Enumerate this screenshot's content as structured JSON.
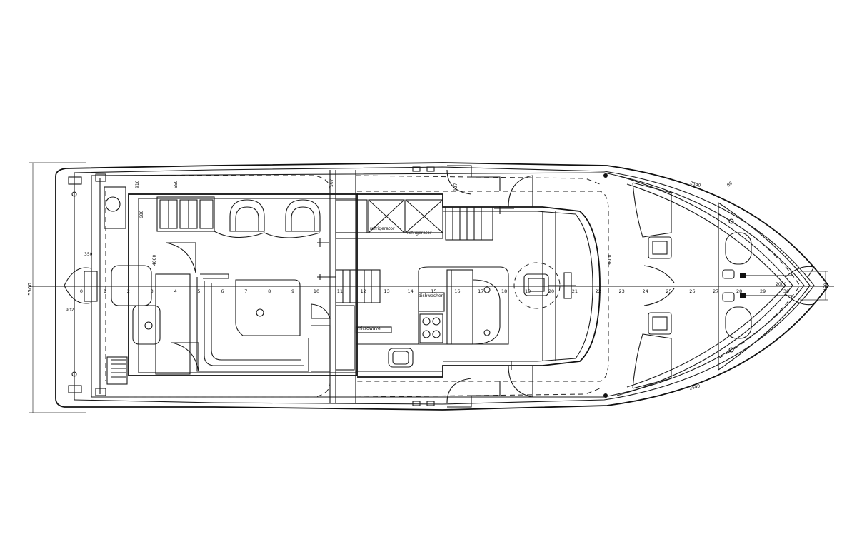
{
  "drawing": {
    "dimensions": {
      "beam": "5500",
      "d_910": "910",
      "d_550": "550",
      "d_680": "680",
      "d_567": "567",
      "d_4000": "4000",
      "d_350": "350",
      "d_902": "902",
      "d_927": "927",
      "d_3600": "3600",
      "d_2540": "2540",
      "d_80": "80",
      "d_2000": "2000",
      "d_450": "450"
    },
    "frame_numbers": [
      "0",
      "1",
      "2",
      "3",
      "4",
      "5",
      "6",
      "7",
      "8",
      "9",
      "10",
      "11",
      "12",
      "13",
      "14",
      "15",
      "16",
      "17",
      "18",
      "19",
      "20",
      "21",
      "22",
      "23",
      "24",
      "25",
      "26",
      "27",
      "28",
      "29",
      "30"
    ],
    "appliances": {
      "refrigerator_1": "refrigerator",
      "refrigerator_2": "refrigerator",
      "dishwasher": "dishwasher",
      "microwave": "microwave"
    }
  }
}
